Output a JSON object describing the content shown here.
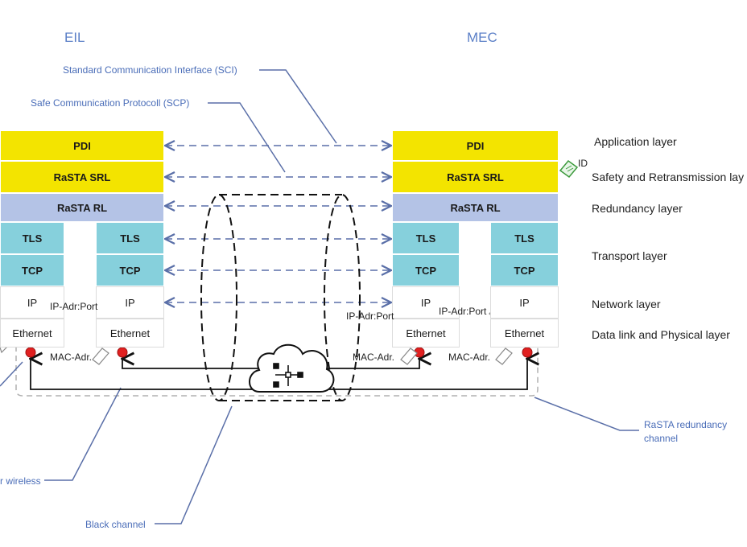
{
  "headers": {
    "left": "EIL",
    "right": "MEC"
  },
  "callouts": {
    "sci": "Standard Communication Interface (SCI)",
    "scp": "Safe Communication Protocoll (SCP)",
    "redundancy_channel": "RaSTA redundancy channel",
    "wireless": "r wireless",
    "black_channel": "Black channel"
  },
  "stack": {
    "pdi": "PDI",
    "srl": "RaSTA SRL",
    "rl": "RaSTA RL",
    "tls": "TLS",
    "tcp": "TCP",
    "ip": "IP",
    "ethernet": "Ethernet"
  },
  "addresses": {
    "ip_port": "IP-Adr:Port",
    "mac": "MAC-Adr."
  },
  "layers": [
    "Application layer",
    "Safety and Retransmission lay",
    "Redundancy layer",
    "Transport layer",
    "Network layer",
    "Data link and Physical layer"
  ],
  "id_badge": "ID",
  "colors": {
    "pdi_srl": "#f3e400",
    "rl": "#b4c3e6",
    "tls_tcp": "#86d0dc",
    "callout_text": "#4a6db8",
    "endpoint": "#e02020"
  },
  "icons": [
    "tag-icon",
    "cloud-icon",
    "network-switch-icon",
    "id-tag-icon"
  ]
}
